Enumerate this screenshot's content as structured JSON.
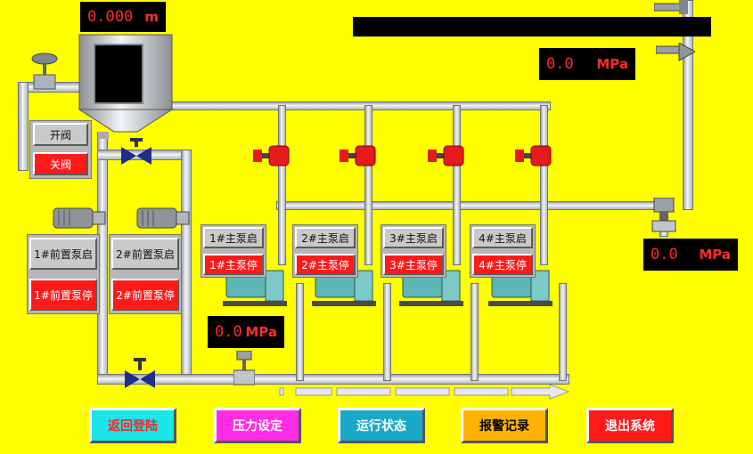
{
  "readouts": {
    "level": {
      "value": "0.000",
      "unit": "m"
    },
    "pressure_top": {
      "value": "0.0",
      "unit": "MPa"
    },
    "pressure_right": {
      "value": "0.0",
      "unit": "MPa"
    },
    "pressure_main": {
      "value": "0.0",
      "unit": "MPa"
    }
  },
  "valve_controls": {
    "open_label": "开阀",
    "close_label": "关阀"
  },
  "prepumps": [
    {
      "start_label": "1#前置泵启",
      "stop_label": "1#前置泵停"
    },
    {
      "start_label": "2#前置泵启",
      "stop_label": "2#前置泵停"
    }
  ],
  "mainpumps": [
    {
      "start_label": "1#主泵启",
      "stop_label": "1#主泵停"
    },
    {
      "start_label": "2#主泵启",
      "stop_label": "2#主泵停"
    },
    {
      "start_label": "3#主泵启",
      "stop_label": "3#主泵停"
    },
    {
      "start_label": "4#主泵启",
      "stop_label": "4#主泵停"
    }
  ],
  "nav": [
    {
      "label": "返回登陆",
      "color": "#19e6e6",
      "text_color": "#ff2222"
    },
    {
      "label": "压力设定",
      "color": "#ff2ce6",
      "text_color": "#ffffff"
    },
    {
      "label": "运行状态",
      "color": "#19a8c8",
      "text_color": "#ffffff"
    },
    {
      "label": "报警记录",
      "color": "#ffb300",
      "text_color": "#000000"
    },
    {
      "label": "退出系统",
      "color": "#ff1a1a",
      "text_color": "#ffffff"
    }
  ],
  "colors": {
    "background": "#ffff00",
    "valve_red": "#e61a1a",
    "motor_teal": "#5db6b4"
  }
}
